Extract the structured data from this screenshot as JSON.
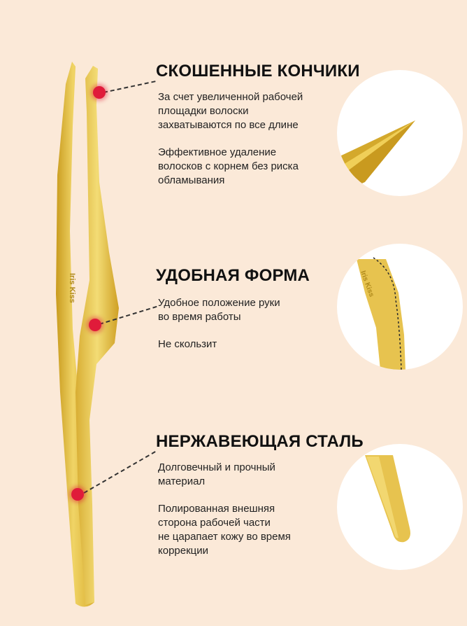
{
  "sections": [
    {
      "title": "СКОШЕННЫЕ КОНЧИКИ",
      "paragraphs": [
        [
          "За счет увеличенной рабочей",
          "площадки волоски",
          "захватываются по все длине"
        ],
        [
          "Эффективное удаление",
          "волосков с корнем без риска",
          "обламывания"
        ]
      ]
    },
    {
      "title": "УДОБНАЯ ФОРМА",
      "paragraphs": [
        [
          "Удобное положение руки",
          "во время работы"
        ],
        [
          "Не скользит"
        ]
      ]
    },
    {
      "title": "НЕРЖАВЕЮЩАЯ СТАЛЬ",
      "paragraphs": [
        [
          "Долговечный и прочный",
          "материал"
        ],
        [
          "Полированная внешняя",
          "сторона рабочей части",
          "не царапает кожу во время",
          "коррекции"
        ]
      ]
    }
  ],
  "colors": {
    "background": "#fbe9d8",
    "gold": "#e7c34f",
    "gold_dark": "#c99b1e",
    "marker": "#e01b3a",
    "heading": "#111111"
  },
  "icons": {
    "marker": "marker-dot",
    "product": "tweezers-illustration"
  }
}
